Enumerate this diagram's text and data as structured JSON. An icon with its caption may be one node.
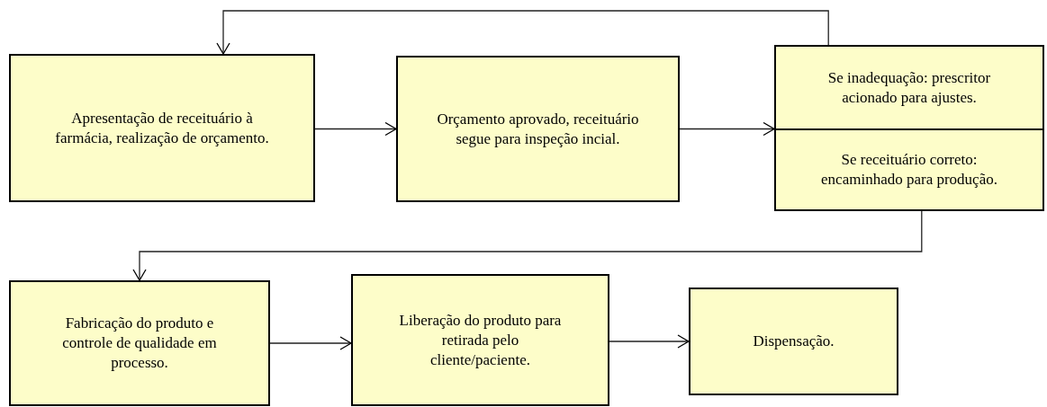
{
  "diagram": {
    "nodes": [
      {
        "text": [
          "Apresentação de receituário à farmácia, realização de orçamento."
        ]
      },
      {
        "text": [
          "Orçamento aprovado, receituário segue para inspeção incial."
        ]
      },
      {
        "text": [],
        "shape": "box"
      },
      {
        "text": [
          "Se inadequação: prescritor acionado para ajustes."
        ],
        "in": 2
      },
      {
        "text": [
          "Se receituário correto: encaminhado para produção."
        ],
        "in": 2
      },
      {
        "text": [
          "Fabricação do produto e controle de qualidade em processo."
        ]
      },
      {
        "text": [
          "Liberação do produto para retirada pelo cliente/paciente."
        ]
      },
      {
        "text": [
          "Dispensação."
        ]
      }
    ],
    "edges": [
      {
        "from": 0,
        "to": 1,
        "arrow": "to"
      },
      {
        "from": 1,
        "to": 2,
        "arrow": "to"
      },
      {
        "from": 3,
        "to": 0,
        "arrow": "to"
      },
      {
        "from": 4,
        "to": 5,
        "arrow": "to"
      },
      {
        "from": 5,
        "to": 6,
        "arrow": "to"
      },
      {
        "from": 6,
        "to": 7,
        "arrow": "to"
      }
    ]
  }
}
